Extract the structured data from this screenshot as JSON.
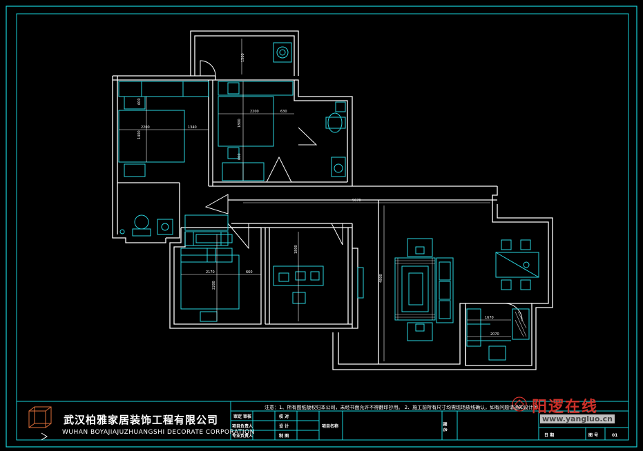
{
  "titleblock": {
    "company_cn": "武汉柏雅家居装饰工程有限公司",
    "company_en": "WUHAN BOYAJIAJUZHUANGSHI DECORATE CORPORATION",
    "notes": "注意：1、所有图纸版权归本公司，未经书面允许不得翻印抄用。  2、施工前所有尺寸均需现场放线确认，如有问题请通知设计师。",
    "roles": {
      "review": "审定",
      "audit": "审核",
      "check": "校 对",
      "project_lead": "项目负责人",
      "design": "设 计",
      "pro_lead": "专业负责人",
      "draw": "制 图",
      "project_name": "项目名称",
      "drawing_name": "图 名",
      "date": "日 期",
      "drawing_no": "图 号",
      "sheet_no": "01"
    }
  },
  "dimensions": {
    "bed_a_width": "2200",
    "bed_a_side": "1340",
    "bed_a_h1": "1400",
    "bed_a_h2": "600",
    "bed_b_width": "2200",
    "bed_b_h": "1800",
    "bed_b_right": "630",
    "bed_b_bottom": "600",
    "balcony_h": "1500",
    "corridor_len": "9670",
    "bed_c_width": "2170",
    "bed_c_right": "660",
    "bed_c_h": "2200",
    "study_h": "1800",
    "living_h": "4800",
    "kitchen_w1": "1670",
    "kitchen_w2": "2070"
  },
  "watermark": {
    "brand": "阳逻在线",
    "url": "www.yangluo.cn"
  }
}
